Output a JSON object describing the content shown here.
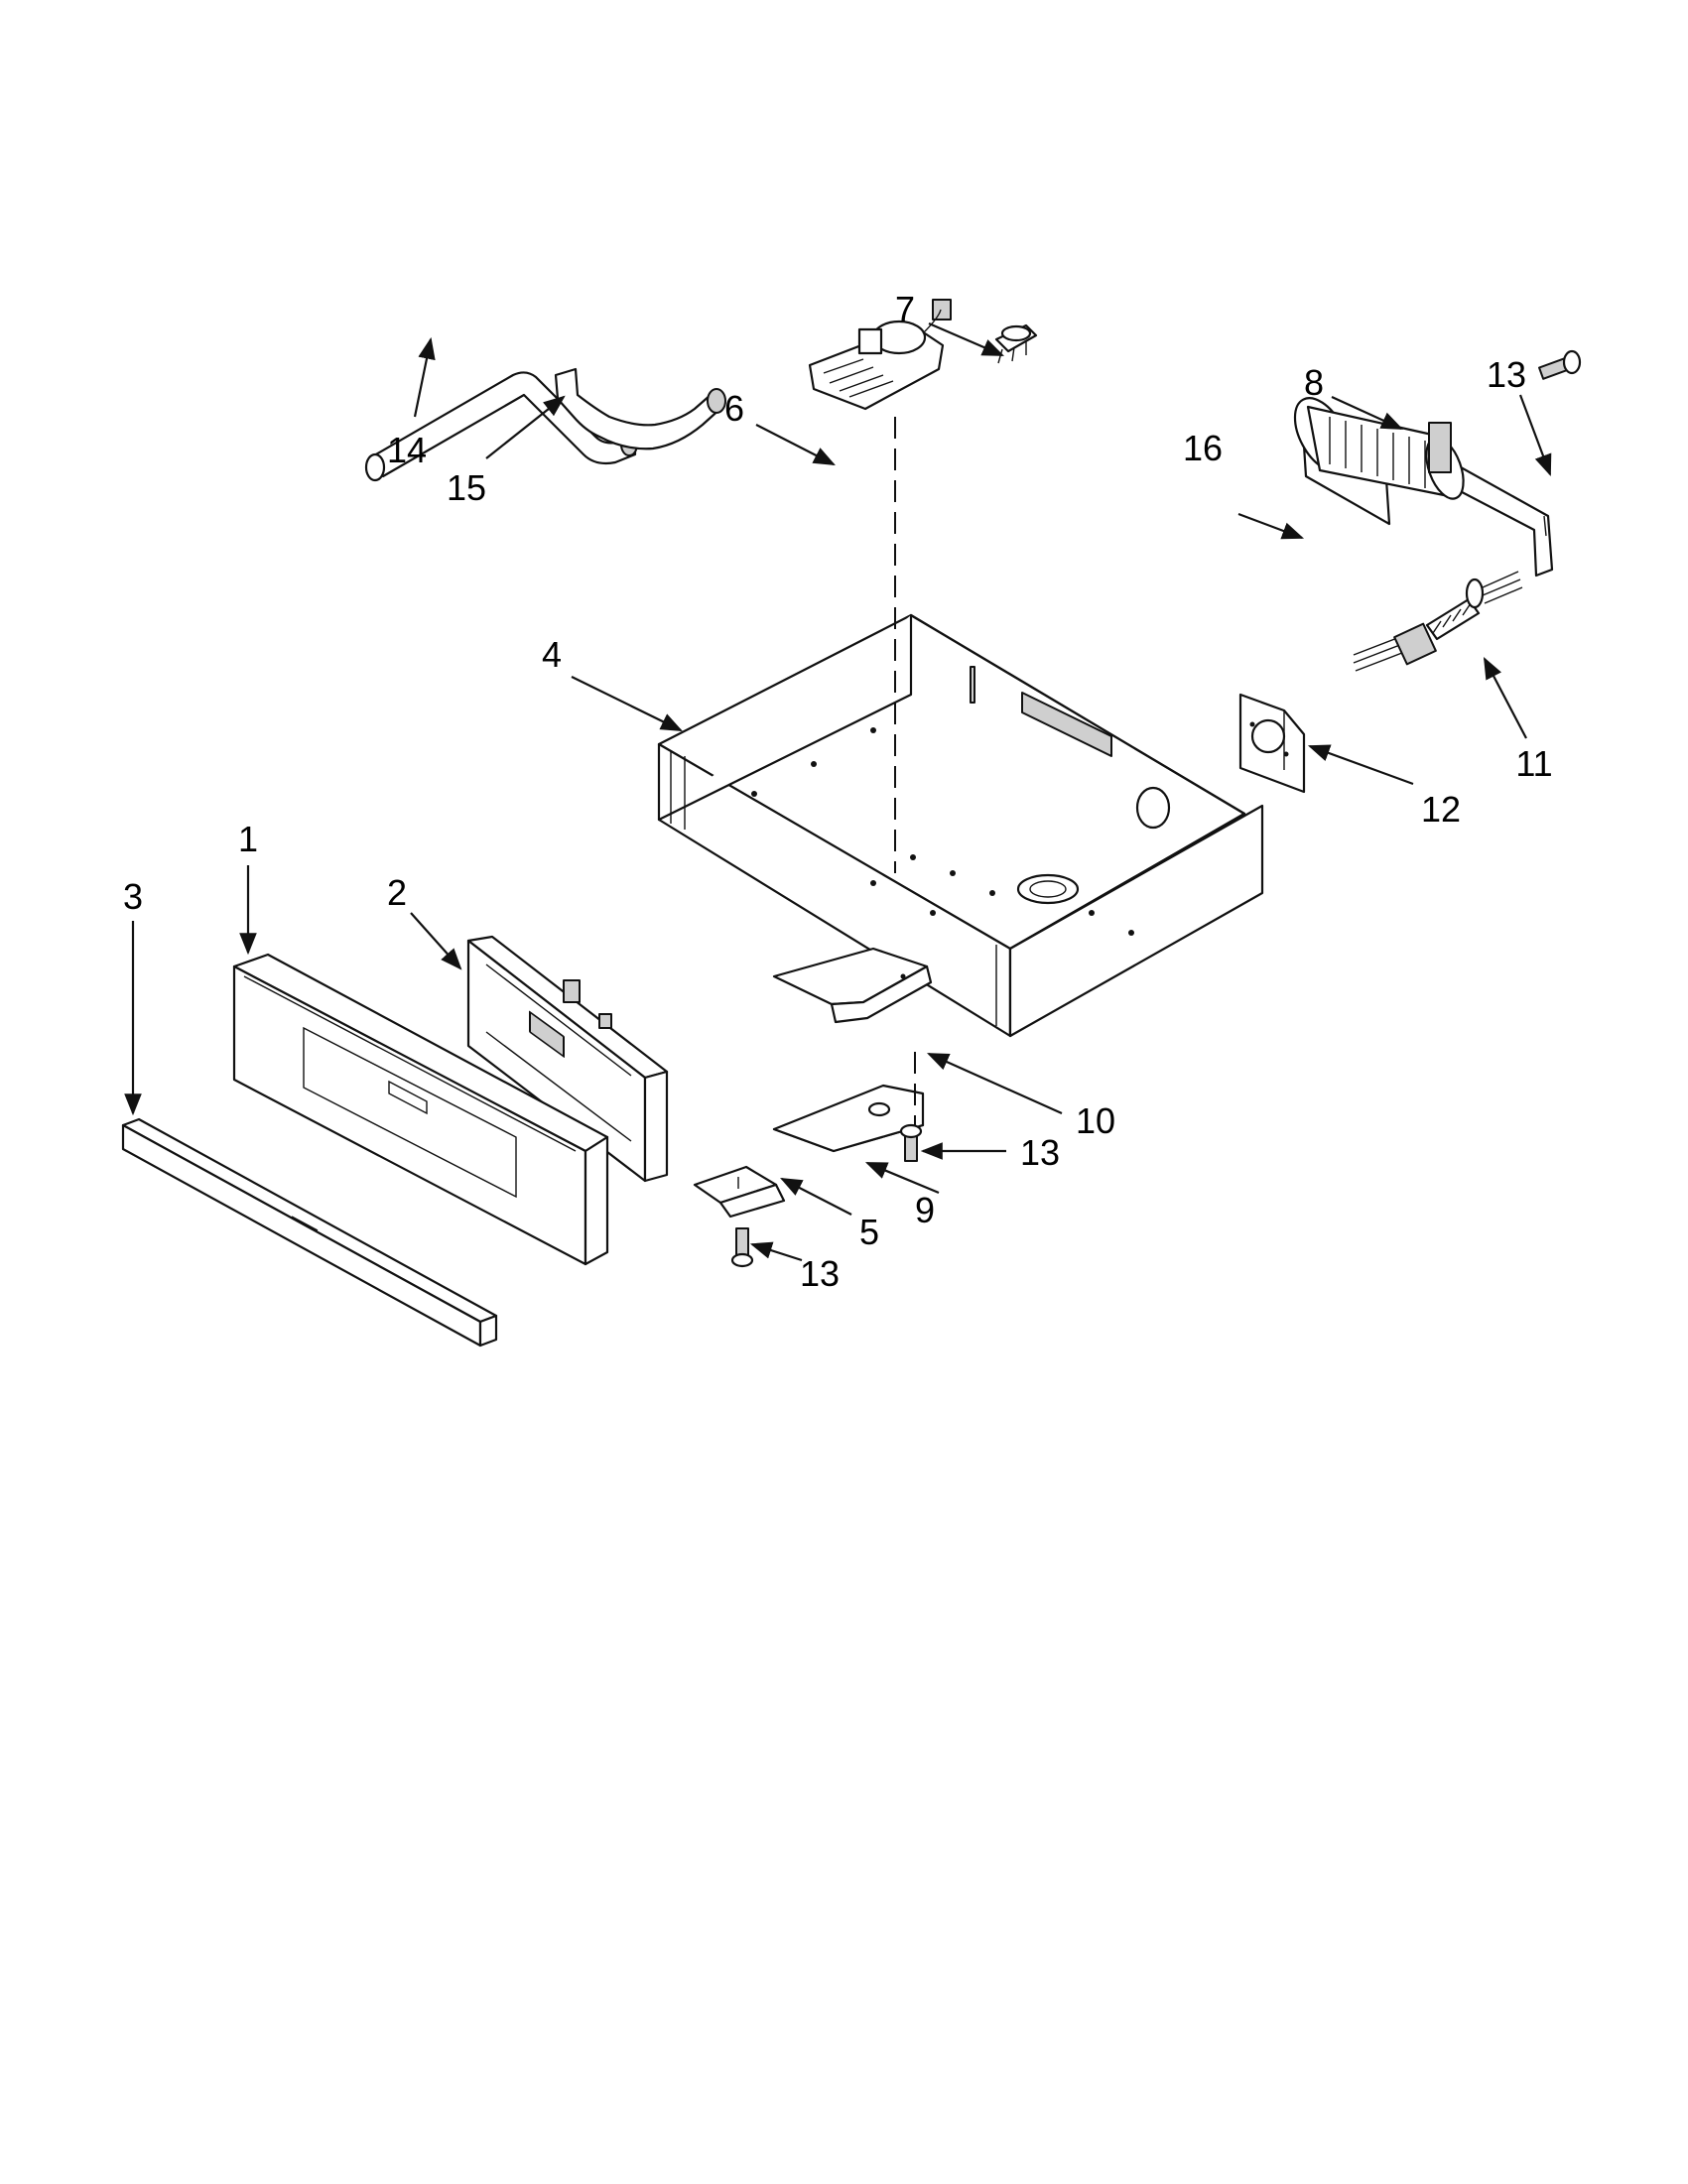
{
  "callouts": [
    {
      "id": "1",
      "text": "1"
    },
    {
      "id": "2",
      "text": "2"
    },
    {
      "id": "3",
      "text": "3"
    },
    {
      "id": "4",
      "text": "4"
    },
    {
      "id": "5",
      "text": "5"
    },
    {
      "id": "6",
      "text": "6"
    },
    {
      "id": "7",
      "text": "7"
    },
    {
      "id": "8",
      "text": "8"
    },
    {
      "id": "9",
      "text": "9"
    },
    {
      "id": "10",
      "text": "10"
    },
    {
      "id": "11",
      "text": "11"
    },
    {
      "id": "12",
      "text": "12"
    },
    {
      "id": "13a",
      "text": "13"
    },
    {
      "id": "13b",
      "text": "13"
    },
    {
      "id": "13c",
      "text": "13"
    },
    {
      "id": "14",
      "text": "14"
    },
    {
      "id": "15",
      "text": "15"
    },
    {
      "id": "16",
      "text": "16"
    }
  ],
  "colors": {
    "line": "#111111",
    "background": "#ffffff",
    "text": "#000000"
  }
}
